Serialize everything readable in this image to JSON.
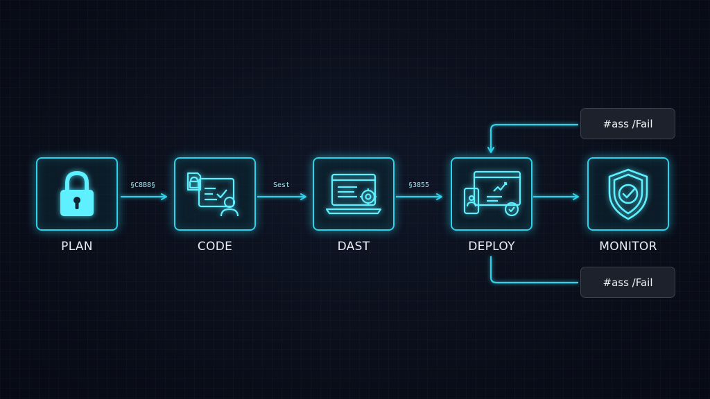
{
  "stages": [
    {
      "label": "PLAN",
      "icon": "padlock-icon"
    },
    {
      "label": "CODE",
      "icon": "code-review-icon"
    },
    {
      "label": "DAST",
      "icon": "laptop-scan-icon"
    },
    {
      "label": "DEPLOY",
      "icon": "deploy-dashboard-icon"
    },
    {
      "label": "MONITOR",
      "icon": "shield-check-icon"
    }
  ],
  "edges": [
    {
      "label": "§C8B8§"
    },
    {
      "label": "Sest"
    },
    {
      "label": "§3855"
    },
    {
      "label": ""
    }
  ],
  "results": [
    {
      "label": "#ass /Fail"
    },
    {
      "label": "#ass /Fail"
    }
  ],
  "colors": {
    "accent": "#2fd2ea",
    "background": "#0b0f1c",
    "box": "#1c212b"
  }
}
